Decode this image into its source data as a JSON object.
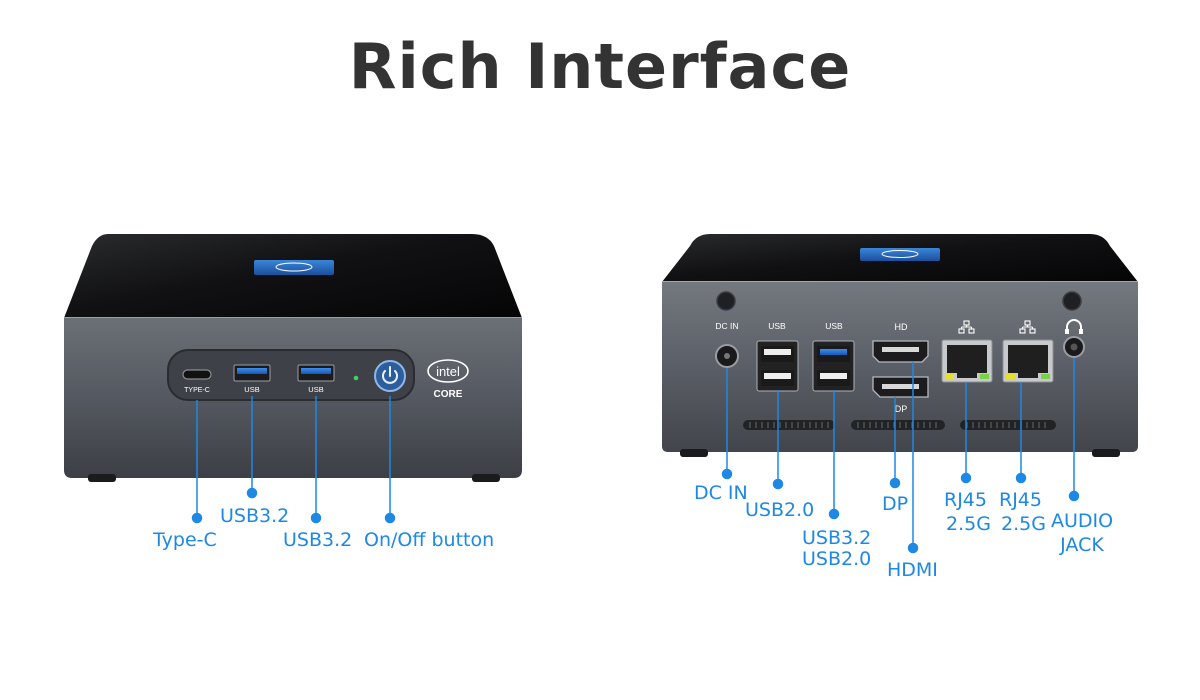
{
  "title": "Rich Interface",
  "front": {
    "logo_text": "intel",
    "logo_sub": "CORE",
    "port_labels": [
      "TYPE-C",
      "USB",
      "USB"
    ],
    "callouts": {
      "type_c": "Type-C",
      "usb32_a": "USB3.2",
      "usb32_b": "USB3.2",
      "power": "On/Off button"
    }
  },
  "back": {
    "port_labels": {
      "dc_in": "DC IN",
      "usb_a": "USB",
      "usb_b": "USB",
      "hd": "HD",
      "dp": "DP"
    },
    "callouts": {
      "dc_in": "DC IN",
      "usb20": "USB2.0",
      "usb32_line1": "USB3.2",
      "usb32_line2": "USB2.0",
      "dp": "DP",
      "hdmi": "HDMI",
      "rj45_a_line1": "RJ45",
      "rj45_a_line2": "2.5G",
      "rj45_b_line1": "RJ45",
      "rj45_b_line2": "2.5G",
      "audio_line1": "AUDIO",
      "audio_line2": "JACK"
    }
  },
  "colors": {
    "accent": "#1e88e5",
    "title": "#333333",
    "chassis": "#55595f",
    "top": "#0d0d0f"
  }
}
